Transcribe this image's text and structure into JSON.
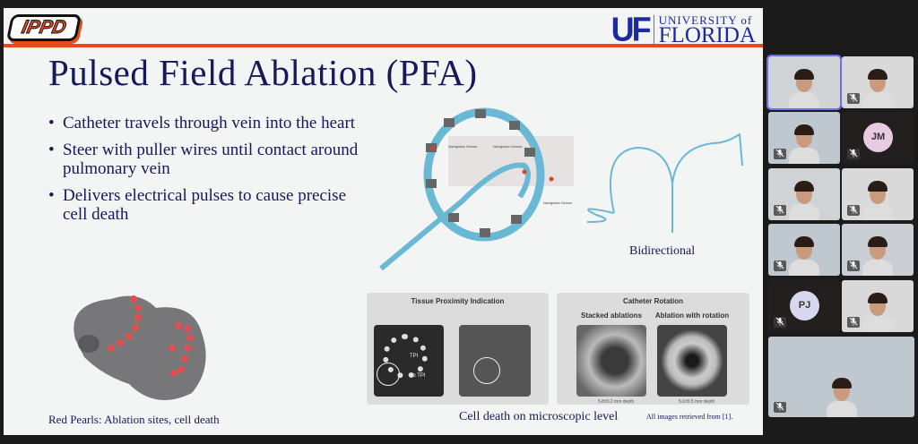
{
  "slide": {
    "logo_left": "IPPD",
    "logo_right": {
      "mark": "UF",
      "line1": "UNIVERSITY of",
      "line2": "FLORIDA"
    },
    "title": "Pulsed Field Ablation (PFA)",
    "bullets": [
      "Catheter travels through vein into the heart",
      "Steer with puller wires until contact around pulmonary vein",
      "Delivers electrical pulses to cause precise cell death"
    ],
    "catheter_labels": [
      "Navigation Sensor",
      "Navigation Sensor",
      "Navigation Sensor"
    ],
    "bidirectional_caption": "Bidirectional",
    "heart_caption": "Red Pearls: Ablation sites, cell death",
    "panel_left_title": "Tissue Proximity Indication",
    "tpi_labels": [
      "TPI",
      "no TPI"
    ],
    "panel_right_title": "Catheter Rotation",
    "sub_titles": [
      "Stacked ablations",
      "Ablation with rotation"
    ],
    "depths": [
      "5.8±0.2 mm depth",
      "5.6±0.5 mm depth"
    ],
    "micro_caption": "Cell death on microscopic level",
    "source_note": "All images retrieved from [1]."
  },
  "participants": [
    {
      "type": "video",
      "muted": false,
      "active": true
    },
    {
      "type": "video",
      "muted": true
    },
    {
      "type": "video",
      "muted": true
    },
    {
      "type": "avatar",
      "initials": "JM",
      "muted": true,
      "color": "#e7cbe0"
    },
    {
      "type": "video",
      "muted": true
    },
    {
      "type": "video",
      "muted": true
    },
    {
      "type": "video",
      "muted": true
    },
    {
      "type": "video",
      "muted": true
    },
    {
      "type": "avatar",
      "initials": "PJ",
      "muted": true,
      "color": "#d7d8ee"
    },
    {
      "type": "video",
      "muted": true
    },
    {
      "type": "video",
      "muted": true
    }
  ],
  "icons": {
    "mic_muted": "🎙"
  }
}
